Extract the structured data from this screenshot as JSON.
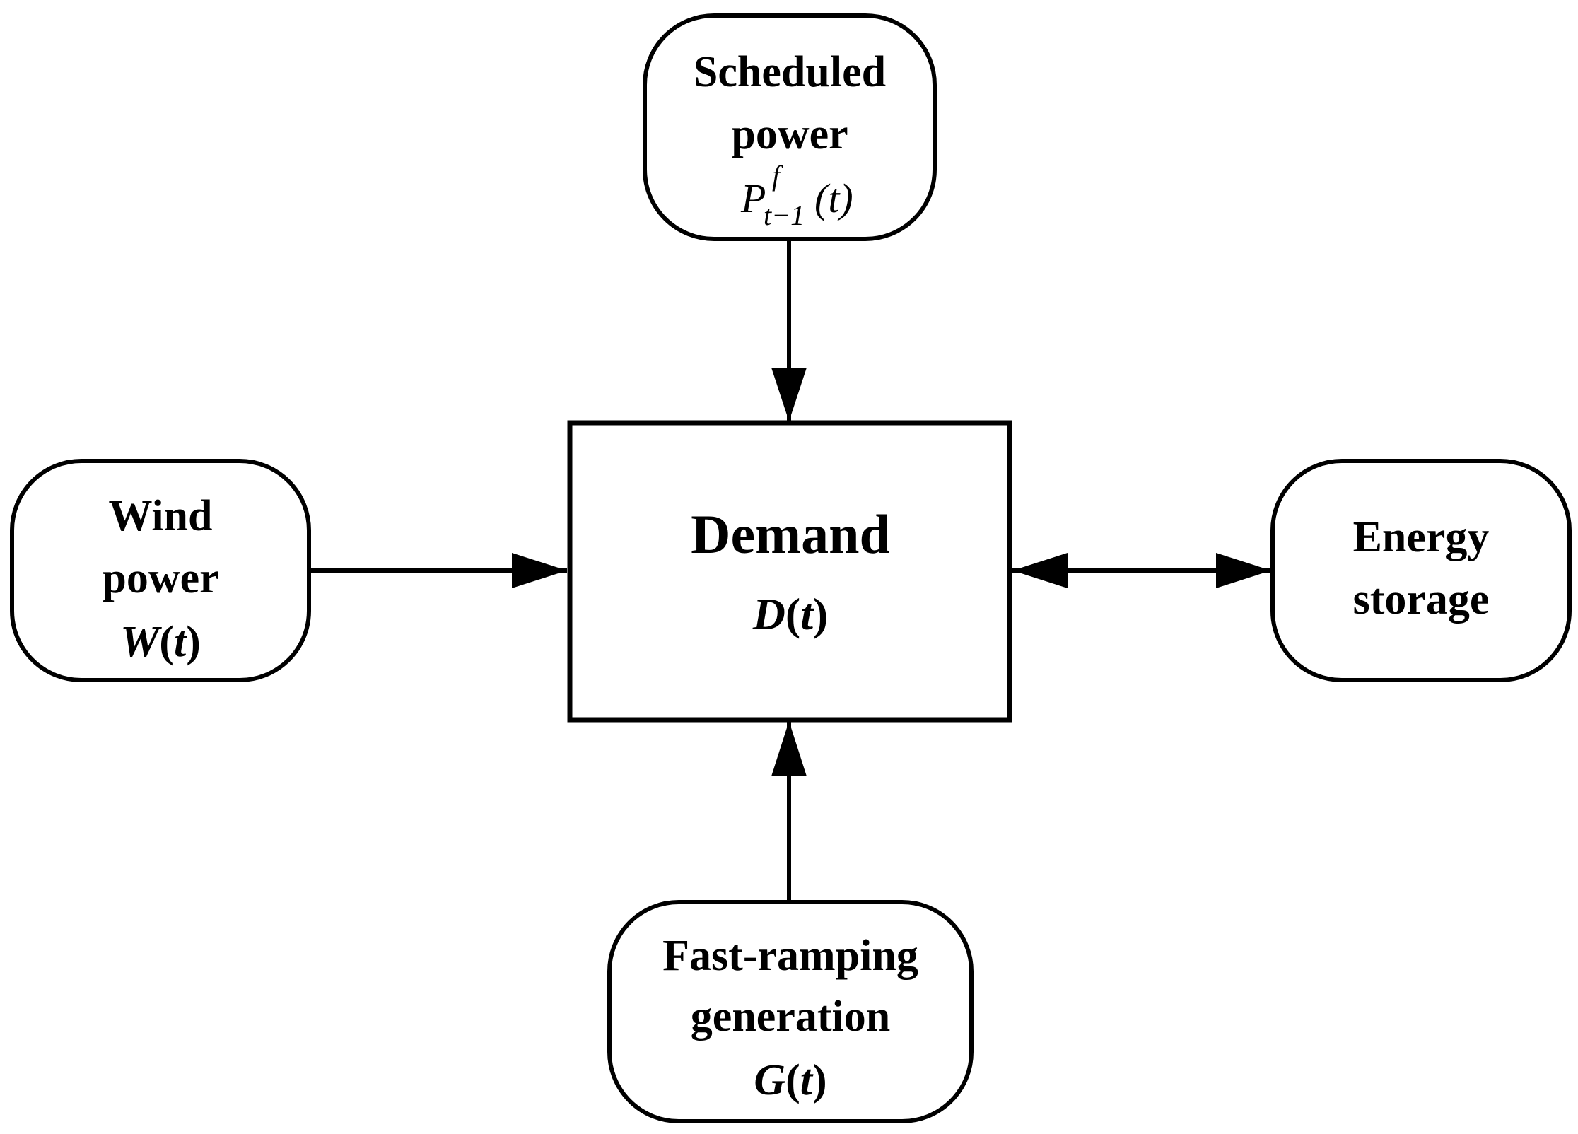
{
  "colors": {
    "stroke": "#000000",
    "background": "#ffffff",
    "text": "#000000"
  },
  "nodes": {
    "scheduled": {
      "line1": "Scheduled",
      "line2": "power",
      "symbol": "P",
      "superscript": "f",
      "subscript": "t−1",
      "argument": "(t)"
    },
    "wind": {
      "line1": "Wind",
      "line2": "power",
      "symbol": "W",
      "open_paren": "(",
      "var": "t",
      "close_paren": ")"
    },
    "demand": {
      "line1": "Demand",
      "symbol": "D",
      "open_paren": "(",
      "var": "t",
      "close_paren": ")"
    },
    "storage": {
      "line1": "Energy",
      "line2": "storage"
    },
    "fast": {
      "line1": "Fast-ramping",
      "line2": "generation",
      "symbol": "G",
      "open_paren": "(",
      "var": "t",
      "close_paren": ")"
    }
  }
}
